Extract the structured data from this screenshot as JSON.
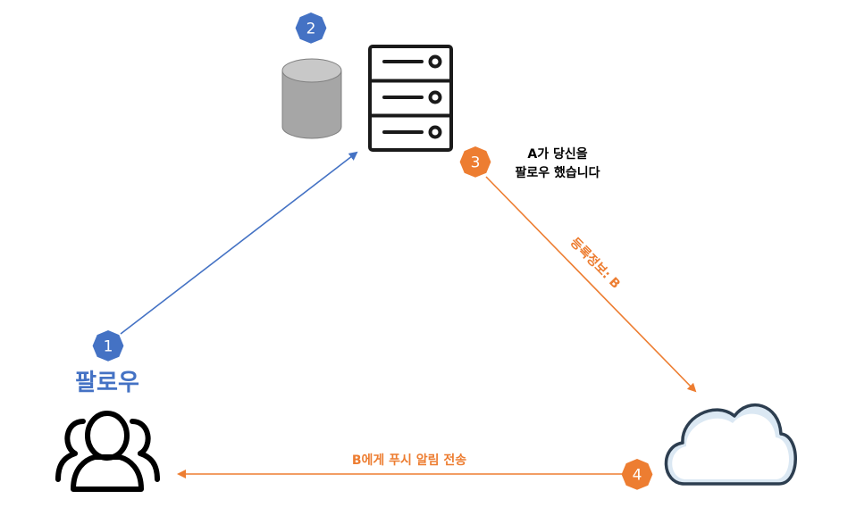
{
  "colors": {
    "blue": "#4472c4",
    "orange": "#ed7d31",
    "dark": "#1a1a1a",
    "gray": "#a6a6a6",
    "cloud": "#dbe8f3"
  },
  "icons": {
    "user": "user-group-icon",
    "database": "database-icon",
    "server": "server-icon",
    "cloud": "cloud-icon"
  },
  "steps": {
    "s1": "1",
    "s2": "2",
    "s3": "3",
    "s4": "4"
  },
  "labels": {
    "follow": "팔로우",
    "message_line1": "A가 당신을",
    "message_line2": "팔로우 했습니다",
    "registration": "등록정보: B",
    "push": "B에게 푸시 알림 전송"
  }
}
